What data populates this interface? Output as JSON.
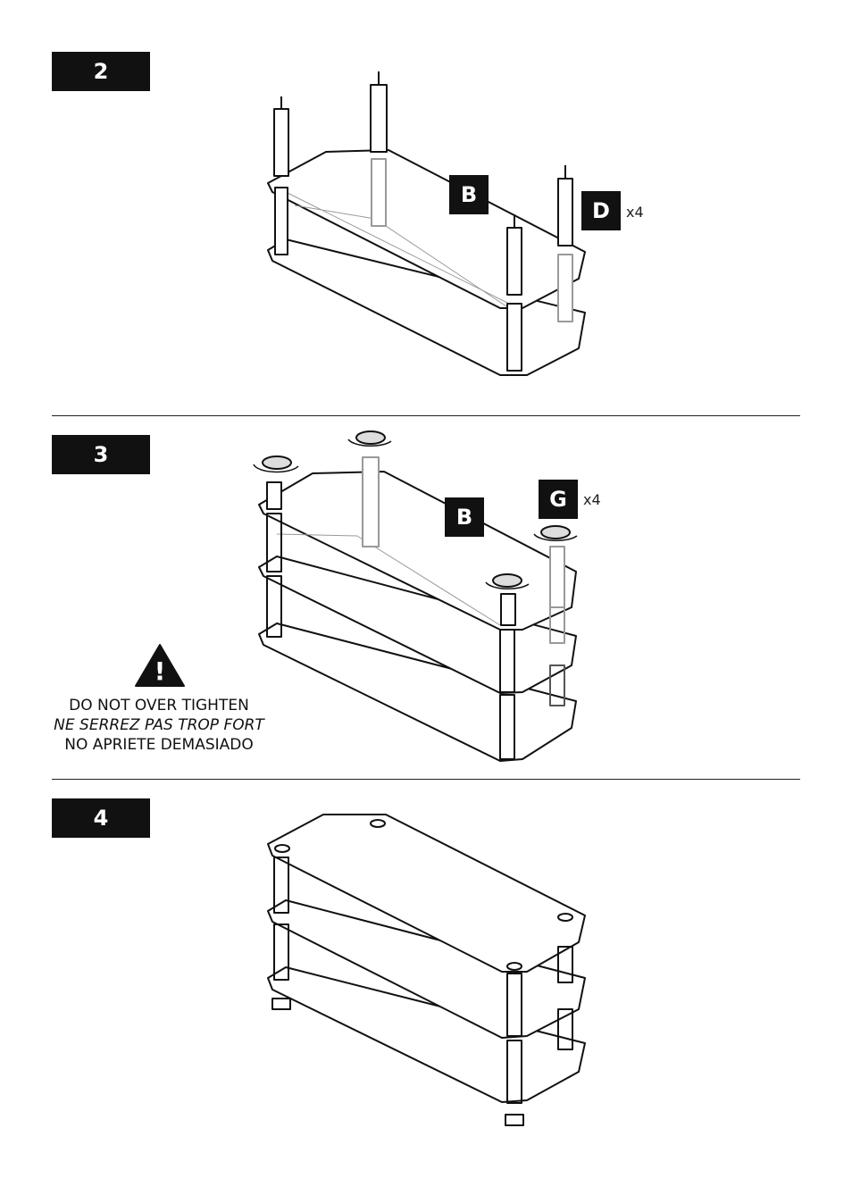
{
  "steps": [
    {
      "number": "2"
    },
    {
      "number": "3"
    },
    {
      "number": "4"
    }
  ],
  "parts": {
    "step2_shelf": "B",
    "step2_pole": "D",
    "step2_pole_qty": "x4",
    "step3_shelf": "B",
    "step3_cap": "G",
    "step3_cap_qty": "x4"
  },
  "warning": {
    "en": "DO NOT OVER TIGHTEN",
    "fr": "NE SERREZ PAS TROP FORT",
    "es": "NO APRIETE DEMASIADO"
  },
  "colors": {
    "badge": "#111111",
    "line": "#111111"
  }
}
